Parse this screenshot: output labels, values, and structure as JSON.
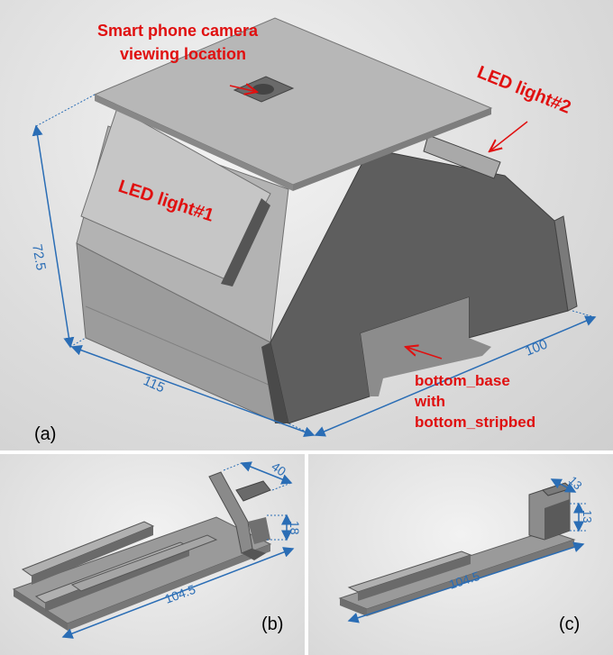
{
  "panel_a": {
    "letter": "(a)",
    "labels": {
      "camera_line1": "Smart phone camera",
      "camera_line2": "viewing location",
      "led1": "LED light#1",
      "led2": "LED light#2",
      "base_line1": "bottom_base",
      "base_line2": "with",
      "base_line3": "bottom_stripbed"
    },
    "dimensions": {
      "height": "72.5",
      "width": "115",
      "depth": "100"
    }
  },
  "panel_b": {
    "letter": "(b)",
    "dimensions": {
      "length": "104.5",
      "top": "40",
      "side": "18"
    }
  },
  "panel_c": {
    "letter": "(c)",
    "dimensions": {
      "length": "104.5",
      "top": "13",
      "side": "13"
    }
  },
  "colors": {
    "label": "#e01010",
    "dimension": "#2a6db5",
    "body_dark": "#5e5e5e",
    "body_light": "#a8a8a8"
  }
}
